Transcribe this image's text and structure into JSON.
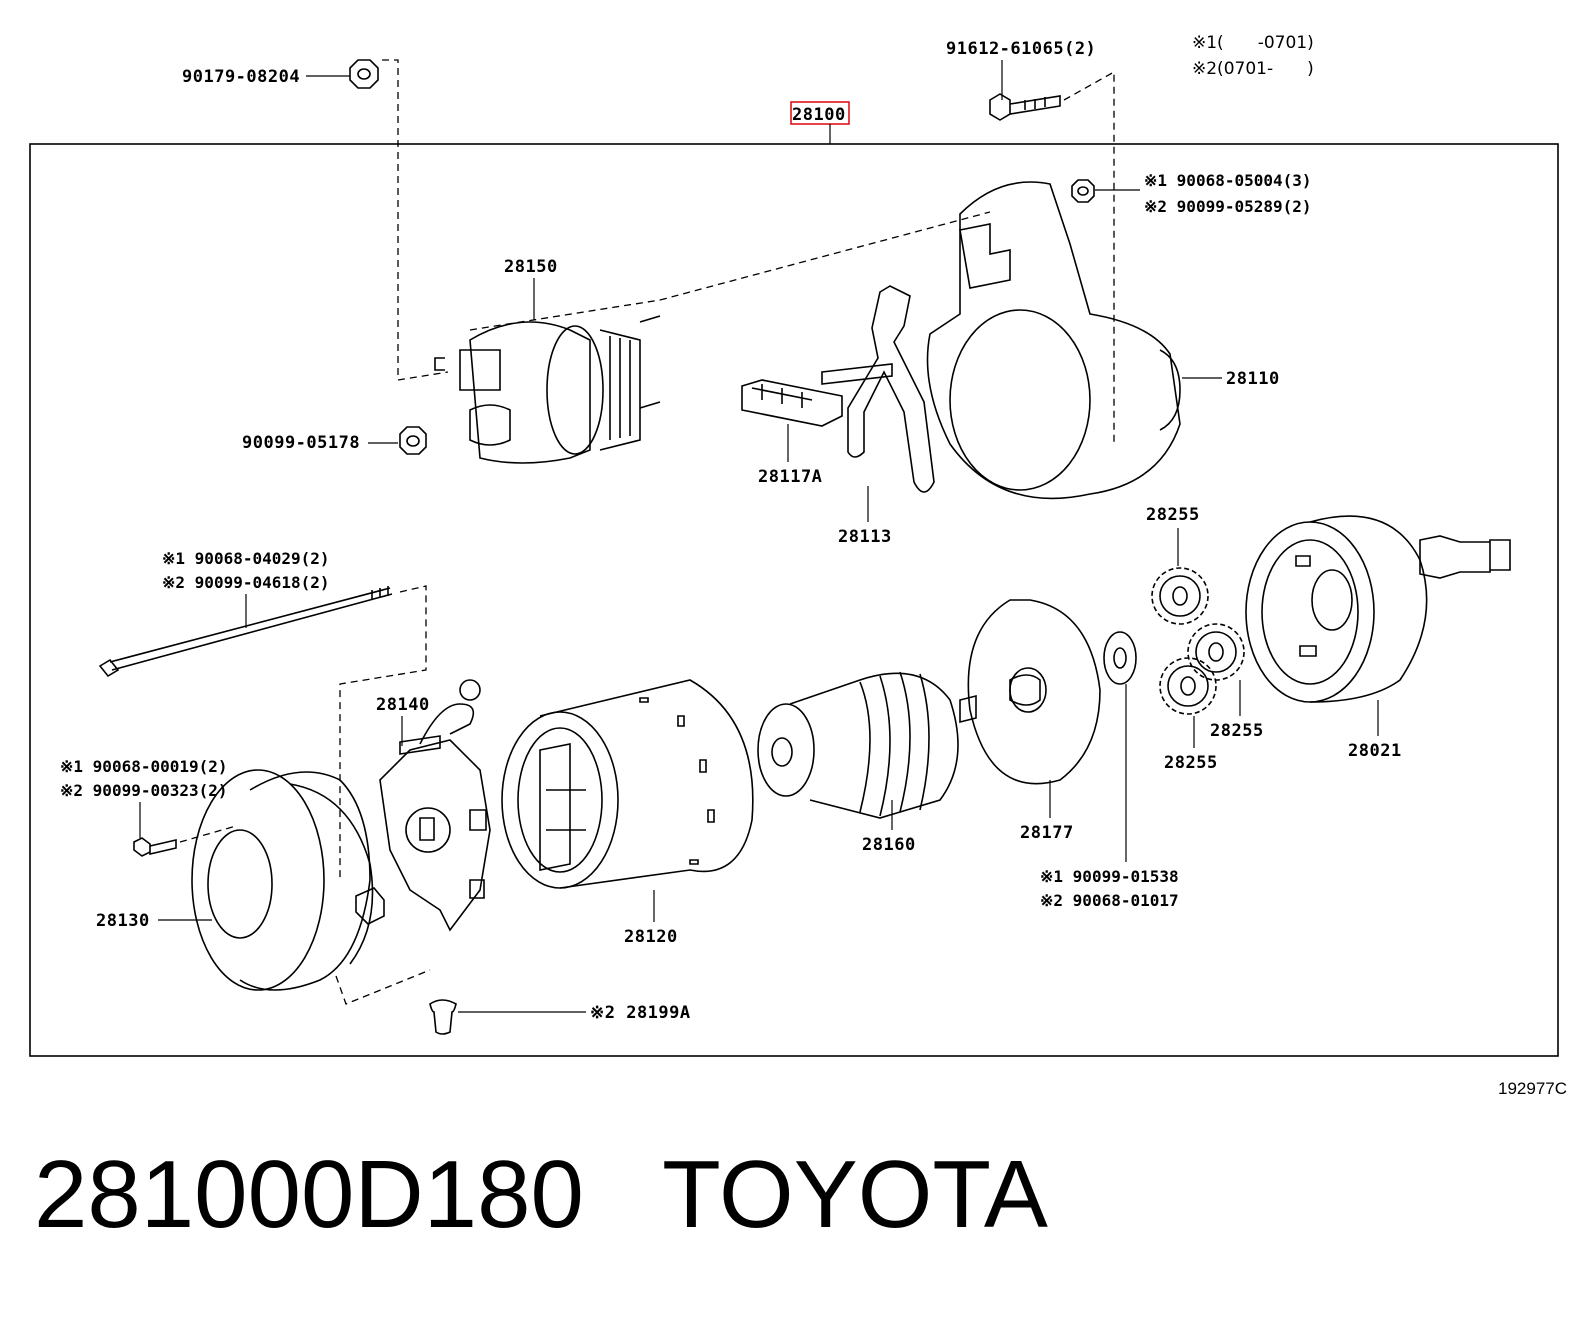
{
  "main_assembly": "28100",
  "notes": {
    "n1": "※1(　　-0701)",
    "n2": "※2(0701-　　)"
  },
  "labels": {
    "nut_top": "90179-08204",
    "bolt_top": "91612-61065(2)",
    "nut_top_right_1": "※1 90068-05004(3)",
    "nut_top_right_2": "※2 90099-05289(2)",
    "solenoid": "28150",
    "nut_solenoid": "90099-05178",
    "brush_holder": "28117A",
    "lever": "28113",
    "housing": "28110",
    "gear_top": "28255",
    "through_bolt_1": "※1 90068-04029(2)",
    "through_bolt_2": "※2 90099-04618(2)",
    "brush_plate": "28140",
    "screw_1": "※1 90068-00019(2)",
    "screw_2": "※2 90099-00323(2)",
    "end_frame": "28130",
    "yoke": "28120",
    "armature": "28160",
    "plate": "28177",
    "washer_1": "※1 90099-01538",
    "washer_2": "※2 90068-01017",
    "gear_mid": "28255",
    "gear_low": "28255",
    "clutch": "28021",
    "bushing": "※2 28199A"
  },
  "figure_id": "192977C",
  "footer": {
    "part_number": "281000D180",
    "brand": "TOYOTA"
  }
}
